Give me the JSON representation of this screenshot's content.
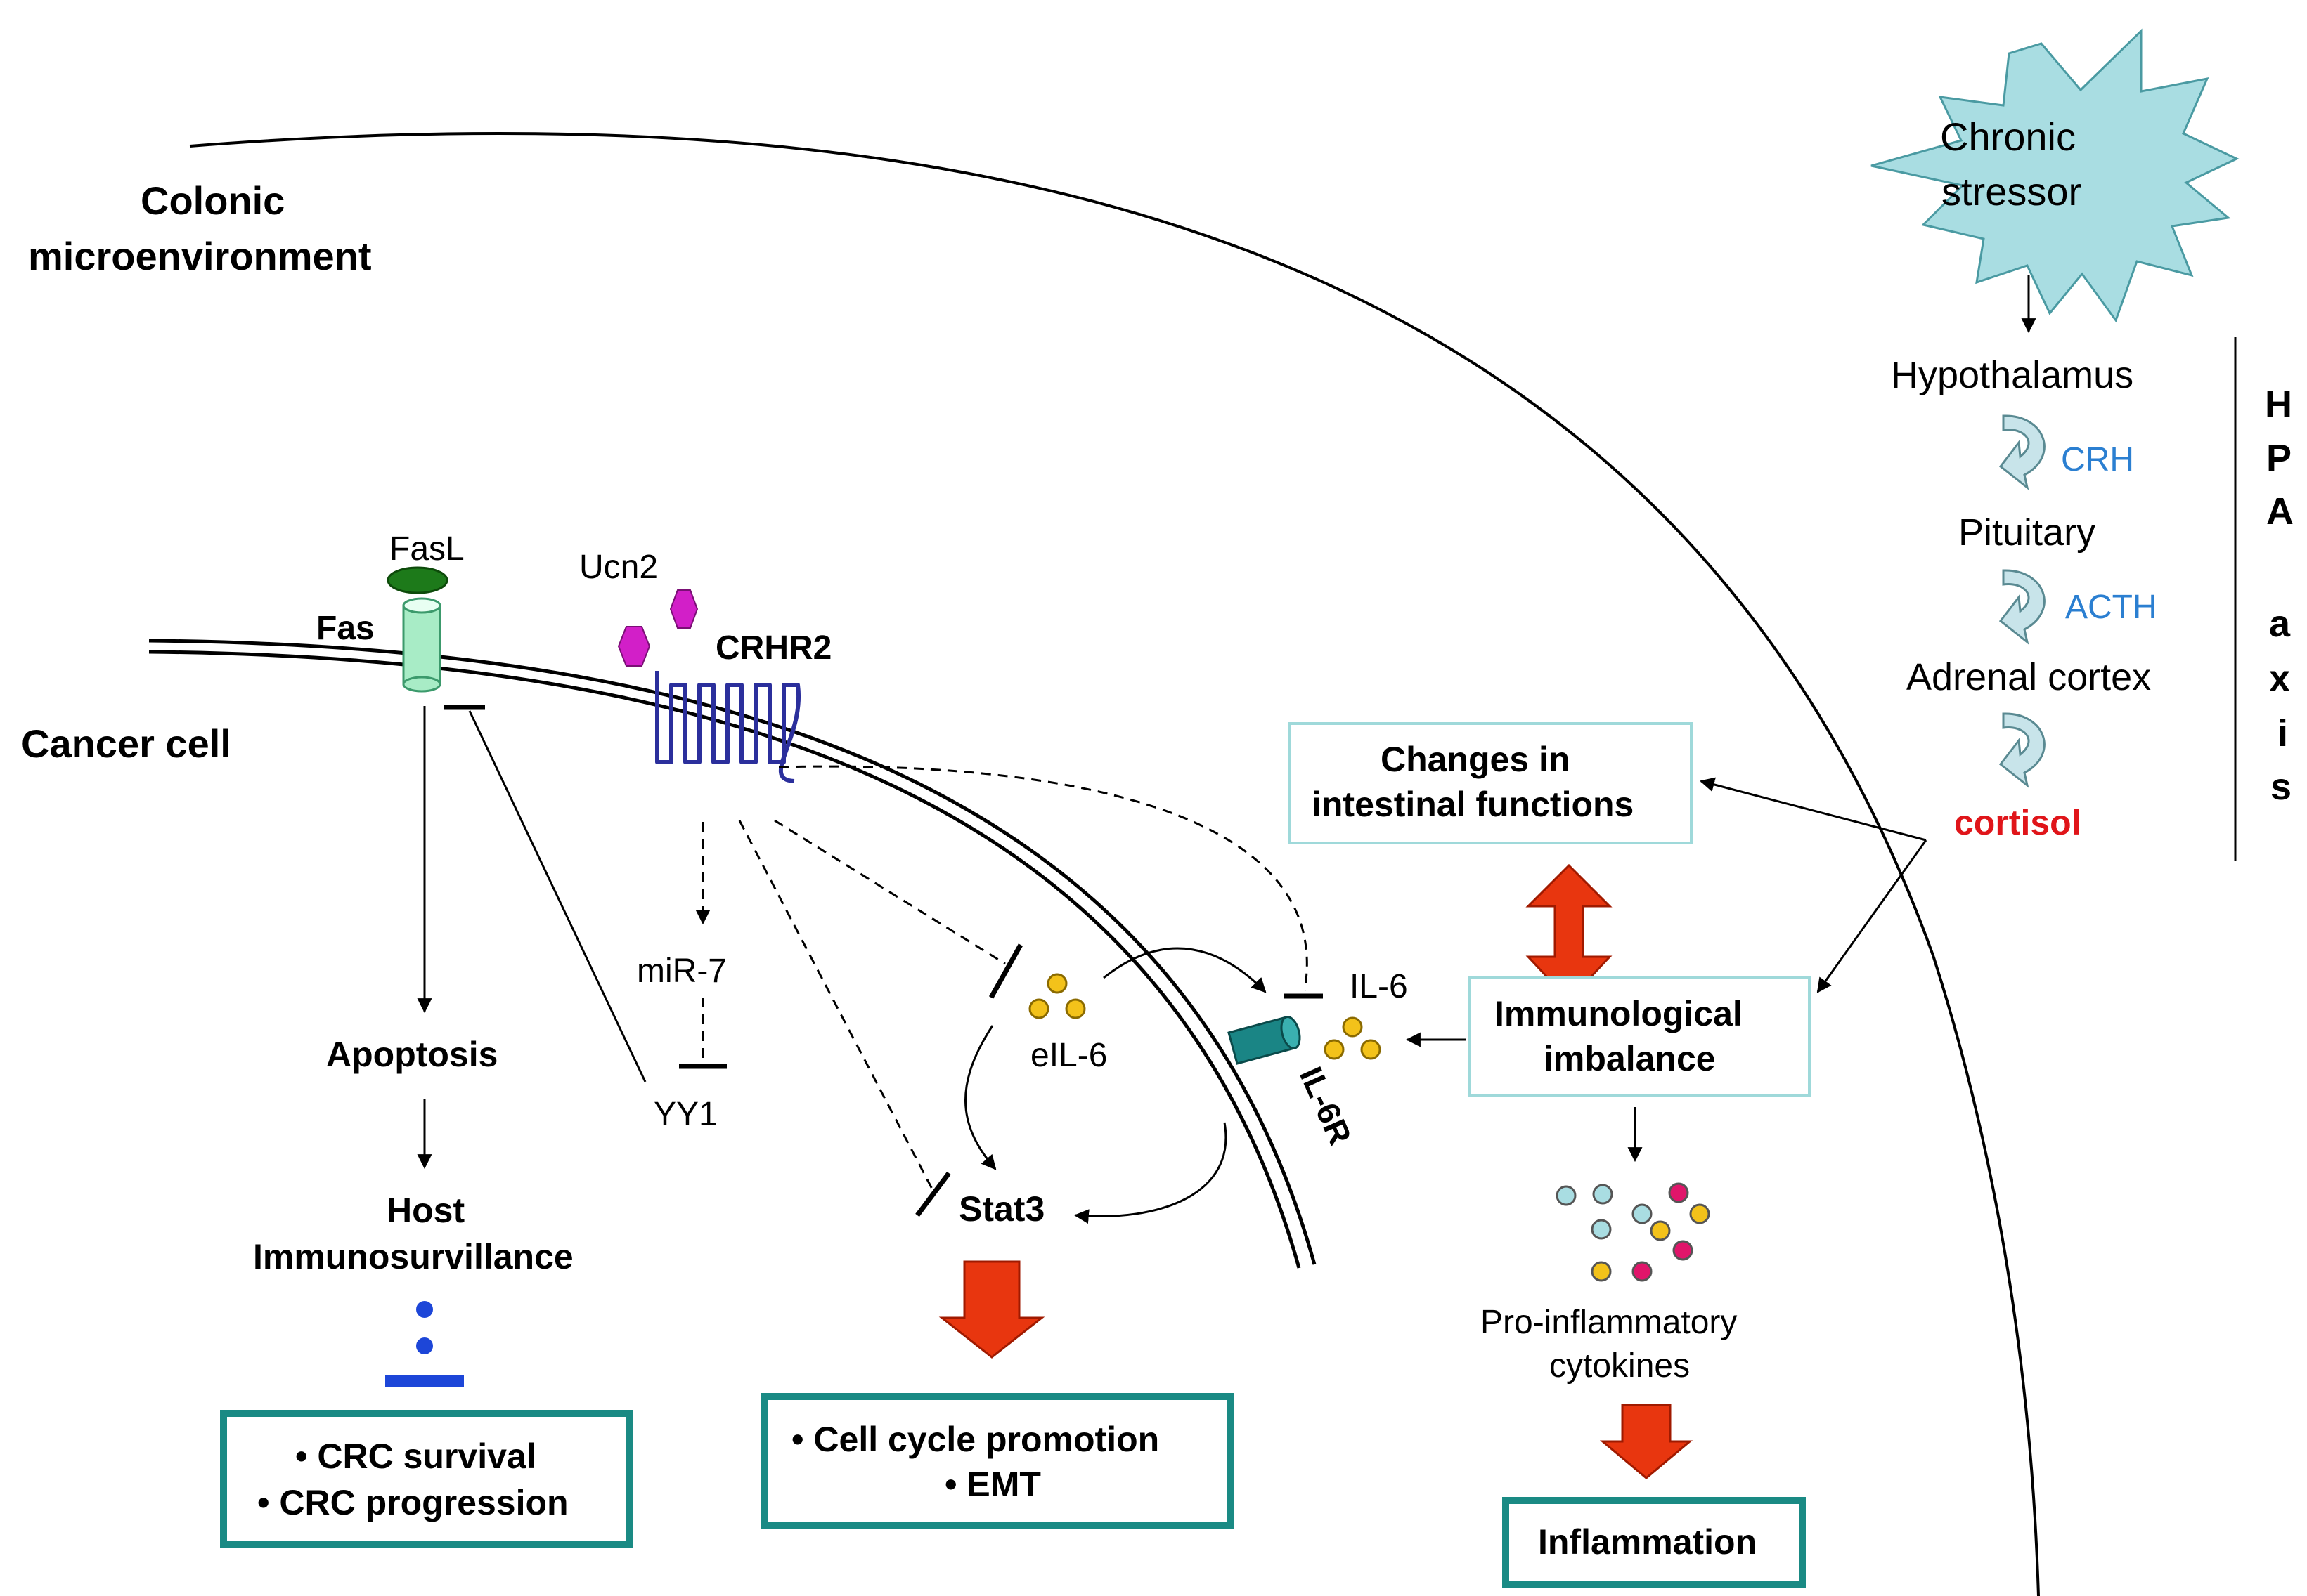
{
  "labels": {
    "colonic_line1": "Colonic",
    "colonic_line2": "microenvironment",
    "cancer_cell": "Cancer cell",
    "fasl": "FasL",
    "fas": "Fas",
    "ucn2": "Ucn2",
    "crhr2": "CRHR2",
    "mir7": "miR-7",
    "yy1": "YY1",
    "apoptosis": "Apoptosis",
    "host_line1": "Host",
    "host_line2": "Immunosurvillance",
    "eil6": "eIL-6",
    "stat3": "Stat3",
    "il6": "IL-6",
    "il6r": "IL-6R",
    "changes_line1": "Changes in",
    "changes_line2": "intestinal functions",
    "immuno_line1": "Immunological",
    "immuno_line2": "imbalance",
    "proinf_line1": "Pro-inflammatory",
    "proinf_line2": "cytokines",
    "chronic_line1": "Chronic",
    "chronic_line2": "stressor",
    "hypothalamus": "Hypothalamus",
    "crh": "CRH",
    "pituitary": "Pituitary",
    "acth": "ACTH",
    "adrenal": "Adrenal cortex",
    "cortisol": "cortisol",
    "hpa_letters": [
      "H",
      "P",
      "A",
      "a",
      "x",
      "i",
      "s"
    ]
  },
  "boxes": {
    "crc_line1": "• CRC survival",
    "crc_line2": "• CRC progression",
    "cellcycle_line1": "• Cell cycle promotion",
    "cellcycle_line2": "• EMT",
    "inflammation": "Inflammation"
  },
  "colors": {
    "box_border": "#1a8a84",
    "light_box_border": "#9fd9da",
    "red_arrow": "#e8360f",
    "blue_text": "#2b7fd1",
    "cortisol_red": "#e0151a",
    "star_fill": "#a9dde2",
    "receptor_purple": "#2b2f9c",
    "ucn2_magenta": "#d21fc8",
    "fasl_green": "#1d7a1a",
    "fas_green": "#a8ecc6",
    "il6r_teal": "#1a8585",
    "cytokine_yellow": "#f3c21a",
    "cytokine_cyan": "#a9dde2",
    "cytokine_pink": "#e0156a",
    "dot_blue": "#1d46d8",
    "curve_arrow_fill": "#c8e4ea"
  }
}
